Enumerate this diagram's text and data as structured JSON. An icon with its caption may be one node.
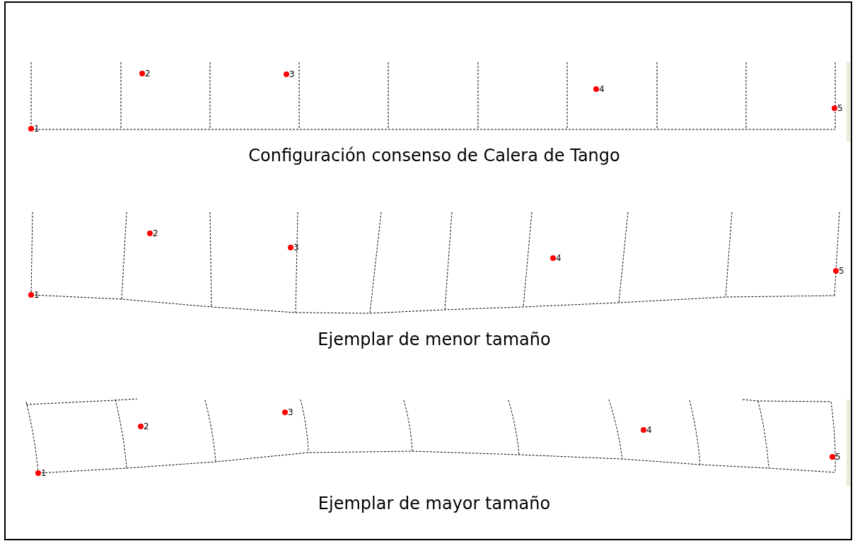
{
  "diagram": {
    "labels": [
      "2",
      "3",
      "4",
      "1",
      "5",
      "Configuración consenso de Calera de Tango",
      "2",
      "3",
      "4",
      "1",
      "5",
      "Ejemplar de menor tamaño",
      "2",
      "3",
      "4",
      "1",
      "5",
      "Ejemplar de mayor tamaño"
    ]
  }
}
